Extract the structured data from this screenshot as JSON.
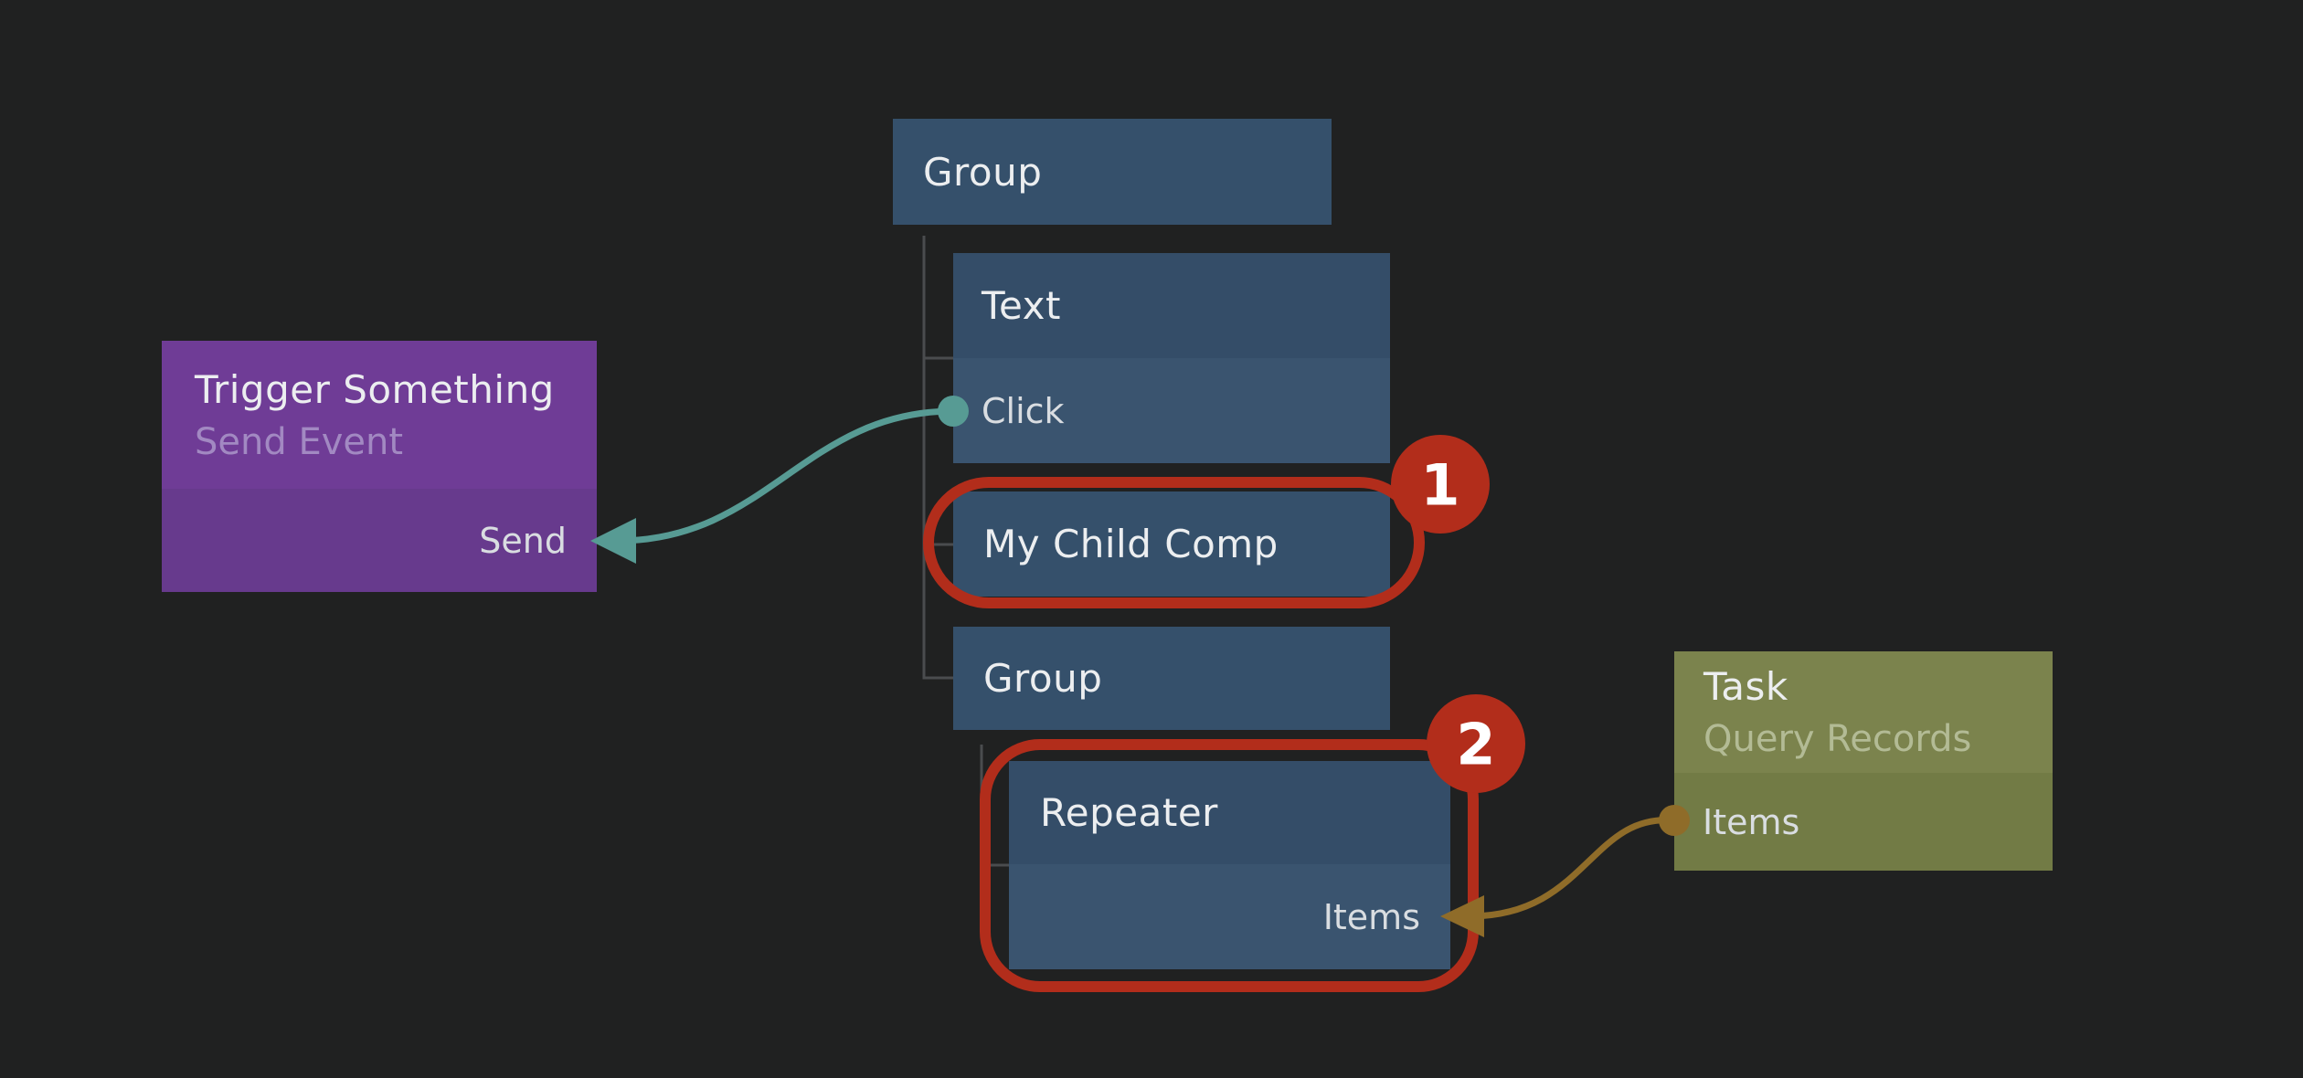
{
  "canvas": {
    "background": "#202121"
  },
  "nodes": {
    "group1": {
      "title": "Group"
    },
    "textNode": {
      "title": "Text",
      "output_port": "Click"
    },
    "myChildComp": {
      "title": "My Child Comp"
    },
    "group2": {
      "title": "Group"
    },
    "repeater": {
      "title": "Repeater",
      "input_port": "Items"
    },
    "trigger": {
      "title": "Trigger Something",
      "subtitle": "Send Event",
      "input_port": "Send"
    },
    "task": {
      "title": "Task",
      "subtitle": "Query Records",
      "output_port": "Items"
    }
  },
  "annotations": {
    "badge1": "1",
    "badge2": "2"
  },
  "colors": {
    "background": "#202121",
    "node_blue": "#35506b",
    "node_blue_header": "#344d68",
    "node_blue_body": "#3a546f",
    "purple_header": "#6f3c96",
    "purple_body": "#673a8d",
    "olive_header": "#7b834d",
    "olive_body": "#727b45",
    "annotation_red": "#b22d1b",
    "connection_teal": "#579b94",
    "connection_gold": "#8f6c29",
    "tree_line": "#4a4c4e"
  }
}
